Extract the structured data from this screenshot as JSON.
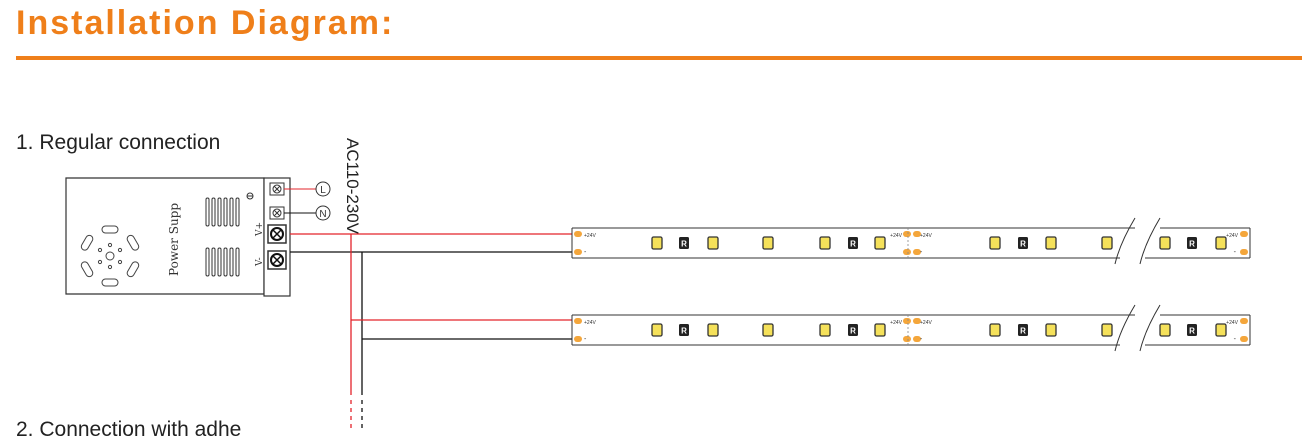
{
  "header": {
    "title": "Installation Diagram:"
  },
  "section1": {
    "label": "1. Regular connection",
    "ac_label": "AC110-230V",
    "psu": {
      "label": "Power Supp",
      "vplus": "V+",
      "vminus": "V-",
      "terminal_l": "L",
      "terminal_n": "N"
    },
    "strip": {
      "plus": "+24V",
      "minus": "-",
      "resistor": "R"
    }
  },
  "section2": {
    "label": "2. Connection with adhe"
  },
  "colors": {
    "accent": "#ef7f1a",
    "positive_wire": "#e3242b",
    "negative_wire": "#111111",
    "led": "#f5e15a",
    "pad": "#f4a63b"
  }
}
